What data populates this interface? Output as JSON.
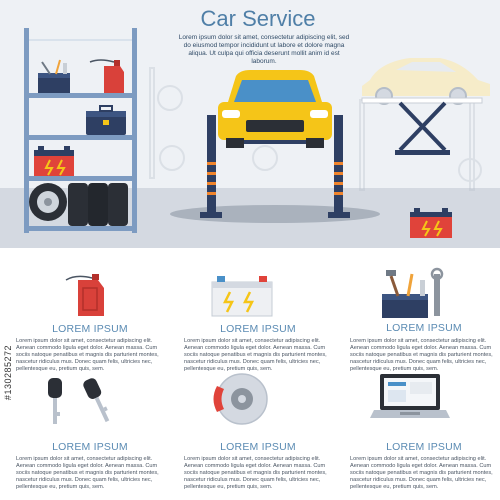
{
  "hero": {
    "title": "Car Service",
    "text": "Lorem ipsum dolor sit amet, consectetur adipiscing elit, sed do eiusmod tempor incididunt ut labore et dolore magna aliqua. Ut culpa qui officia deserunt mollit anim id est laborum."
  },
  "features": [
    {
      "icon": "fuel-canister-icon",
      "title": "LOREM IPSUM",
      "text": "Lorem ipsum dolor sit amet, consectetur adipiscing elit. Aenean commodo ligula eget dolor. Aenean massa. Cum sociis natoque penatibus et magnis dis parturient montes, nascetur ridiculus mus. Donec quam felis, ultricies nec, pellentesque eu, pretium quis, sem."
    },
    {
      "icon": "car-battery-icon",
      "title": "LOREM IPSUM",
      "text": "Lorem ipsum dolor sit amet, consectetur adipiscing elit. Aenean commodo ligula eget dolor. Aenean massa. Cum sociis natoque penatibus et magnis dis parturient montes, nascetur ridiculus mus. Donec quam felis, ultricies nec, pellentesque eu, pretium quis, sem."
    },
    {
      "icon": "toolbox-icon",
      "title": "LOREM IPSUM",
      "text": "Lorem ipsum dolor sit amet, consectetur adipiscing elit. Aenean commodo ligula eget dolor. Aenean massa. Cum sociis natoque penatibus et magnis dis parturient montes, nascetur ridiculus mus. Donec quam felis, ultricies nec, pellentesque eu, pretium quis, sem."
    },
    {
      "icon": "car-keys-icon",
      "title": "LOREM IPSUM",
      "text": "Lorem ipsum dolor sit amet, consectetur adipiscing elit. Aenean commodo ligula eget dolor. Aenean massa. Cum sociis natoque penatibus et magnis dis parturient montes, nascetur ridiculus mus. Donec quam felis, ultricies nec, pellentesque eu, pretium quis, sem."
    },
    {
      "icon": "brake-disc-icon",
      "title": "LOREM IPSUM",
      "text": "Lorem ipsum dolor sit amet, consectetur adipiscing elit. Aenean commodo ligula eget dolor. Aenean massa. Cum sociis natoque penatibus et magnis dis parturient montes, nascetur ridiculus mus. Donec quam felis, ultricies nec, pellentesque eu, pretium quis, sem."
    },
    {
      "icon": "laptop-icon",
      "title": "LOREM IPSUM",
      "text": "Lorem ipsum dolor sit amet, consectetur adipiscing elit. Aenean commodo ligula eget dolor. Aenean massa. Cum sociis natoque penatibus et magnis dis parturient montes, nascetur ridiculus mus. Donec quam felis, ultricies nec, pellentesque eu, pretium quis, sem."
    }
  ],
  "stock_id": "#130285272",
  "colors": {
    "title_blue": "#4f7fa7",
    "car_yellow": "#f5c518",
    "lift_navy": "#2e3f63",
    "battery_red": "#e0433a",
    "canister_red": "#d9413a"
  }
}
